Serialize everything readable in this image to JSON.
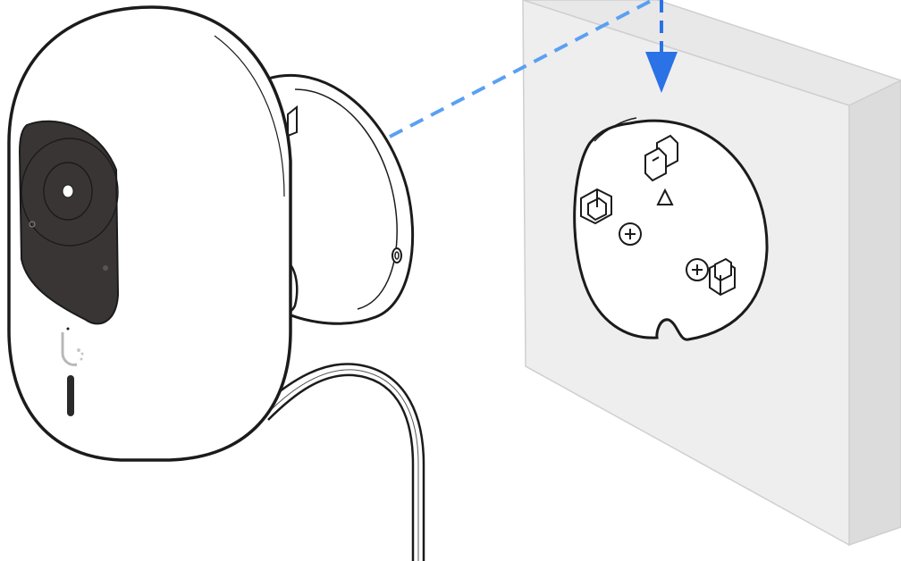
{
  "scene": {
    "type": "installation-diagram",
    "components": [
      {
        "name": "camera",
        "icon": "security-camera"
      },
      {
        "name": "mount-plate",
        "icon": "round-mounting-plate"
      },
      {
        "name": "wall",
        "icon": "wall-panel"
      },
      {
        "name": "cable",
        "icon": "power-cable"
      }
    ],
    "guides": [
      {
        "name": "alignment-guide-horizontal",
        "style": "dashed",
        "color": "#5aa0f2"
      },
      {
        "name": "alignment-guide-vertical",
        "style": "dashed",
        "color": "#2a72e6"
      }
    ]
  },
  "colors": {
    "outline": "#1b1b1b",
    "camera_body": "#ffffff",
    "lens_panel": "#3a3535",
    "wall_face": "#eeeeee",
    "wall_side": "#dcdcdc",
    "wall_top": "#e8e8e8",
    "guide_light": "#5aa0f2",
    "guide_strong": "#2a72e6",
    "arrow": "#2a72e6"
  }
}
